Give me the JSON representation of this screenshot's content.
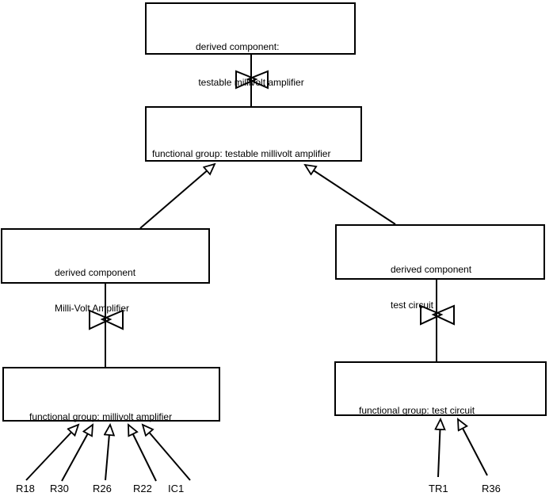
{
  "diagram": {
    "colors": {
      "background": "#ffffff",
      "line": "#000000",
      "text": "#000000"
    },
    "nodes": {
      "derived_testable": {
        "line1": "derived component:",
        "line2": " testable millivolt amplifier"
      },
      "fg_testable": {
        "label": "functional group: testable millivolt amplifier"
      },
      "derived_mva": {
        "line1": "derived component",
        "line2": "Milli-Volt Amplifier"
      },
      "derived_tc": {
        "line1": "derived component",
        "line2": "test circuit"
      },
      "fg_mva": {
        "label": "functional group: millivolt amplifier"
      },
      "fg_tc": {
        "label": "functional group: test circuit"
      }
    },
    "components_left": [
      "R18",
      "R30",
      "R26",
      "R22",
      "IC1"
    ],
    "components_right": [
      "TR1",
      "R36"
    ],
    "symbols": {
      "bowtie": "bowtie-join-symbol",
      "arrowhead": "hollow-triangle-arrowhead"
    }
  }
}
